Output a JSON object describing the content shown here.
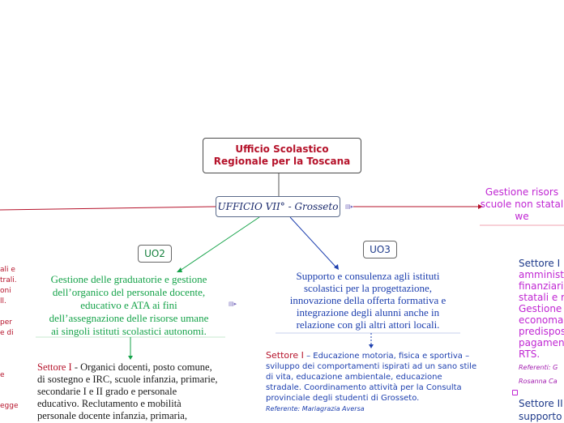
{
  "root": {
    "line1": "Ufficio Scolastico",
    "line2": "Regionale per la Toscana"
  },
  "ufficio": {
    "label": "UFFICIO VII° - Grosseto"
  },
  "uo2": {
    "label": "UO2",
    "description": [
      "Gestione delle graduatorie e gestione",
      "dell’organico del personale docente,",
      "educativo e ATA ai fini",
      "dell’assegnazione delle risorse umane",
      "ai singoli istituti scolastici autonomi."
    ],
    "settore": {
      "title": "Settore I",
      "text_first": " - Organici docenti, posto comune,",
      "lines": [
        "di sostegno e IRC, scuole infanzia, primarie,",
        "secondarie I e II grado e personale",
        "educativo. Reclutamento e mobilità",
        "personale docente infanzia, primaria,"
      ]
    }
  },
  "uo3": {
    "label": "UO3",
    "description": [
      "Supporto e consulenza agli istituti",
      "scolastici per la progettazione,",
      "innovazione della offerta formativa e",
      "integrazione degli alunni anche in",
      "relazione con gli altri attori locali."
    ],
    "settore": {
      "title": "Settore I",
      "text_first": " – Educazione motoria, fisica e sportiva –",
      "lines": [
        "sviluppo dei comportamenti ispirati ad un sano stile",
        "di vita, educazione ambientale, educazione",
        "stradale. Coordinamento attività per la Consulta",
        "provinciale degli studenti di Grosseto."
      ],
      "referente": "Referente: Mariagrazia Aversa"
    }
  },
  "right_branch": {
    "lines": [
      "Gestione risors",
      "scuole non statal",
      "we"
    ]
  },
  "right_settore1": {
    "title": "Settore I",
    "lines": [
      "amminist",
      "finanziari",
      "statali e r",
      "Gestione",
      "economa",
      "predispos",
      "pagamen",
      "RTS."
    ],
    "ref1": "Referenti: G",
    "ref2": "Rosanna Ca"
  },
  "right_settore2": {
    "line1": "Settore II",
    "line2": "supporto"
  },
  "left_fragments": {
    "red": [
      "ali e",
      "trali.",
      "oni",
      "ll."
    ],
    "red2": [
      "per",
      "e di"
    ],
    "red3": [
      "e"
    ],
    "red4": [
      "egge"
    ]
  },
  "colors": {
    "root_text": "#b5122a",
    "uo2": "#16a34a",
    "uo3": "#1e40af",
    "magenta": "#c026d3",
    "red_link": "#b5122a",
    "grey_line": "#555555"
  }
}
